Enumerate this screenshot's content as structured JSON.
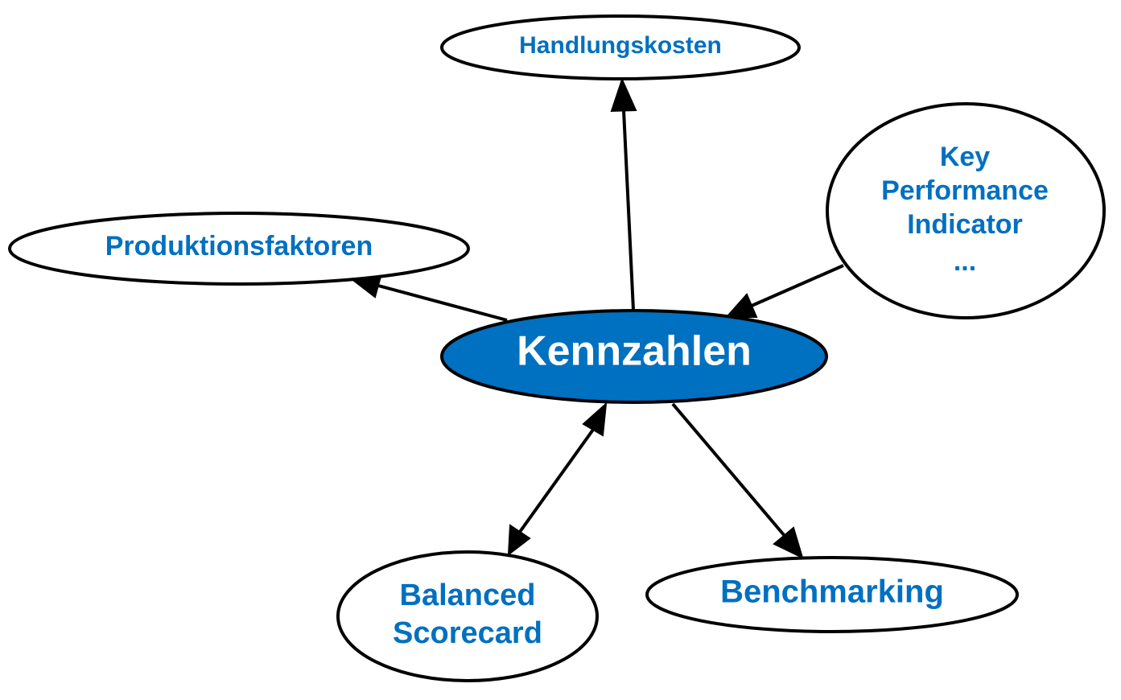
{
  "colors": {
    "node_fill": "#ffffff",
    "center_fill": "#0070c0",
    "label_color": "#0070c0",
    "center_label_color": "#ffffff",
    "stroke": "#000000"
  },
  "nodes": {
    "center": {
      "label": "Kennzahlen"
    },
    "handlungskosten": {
      "label": "Handlungskosten"
    },
    "produktionsfaktoren": {
      "label": "Produktionsfaktoren"
    },
    "kpi": {
      "lines": [
        "Key",
        "Performance",
        "Indicator",
        "..."
      ]
    },
    "balanced_scorecard": {
      "lines": [
        "Balanced",
        "Scorecard"
      ]
    },
    "benchmarking": {
      "label": "Benchmarking"
    }
  },
  "edges": [
    {
      "from": "center",
      "to": "handlungskosten",
      "direction": "forward"
    },
    {
      "from": "center",
      "to": "produktionsfaktoren",
      "direction": "forward"
    },
    {
      "from": "kpi",
      "to": "center",
      "direction": "forward"
    },
    {
      "from": "center",
      "to": "balanced_scorecard",
      "direction": "both"
    },
    {
      "from": "center",
      "to": "benchmarking",
      "direction": "forward"
    }
  ]
}
